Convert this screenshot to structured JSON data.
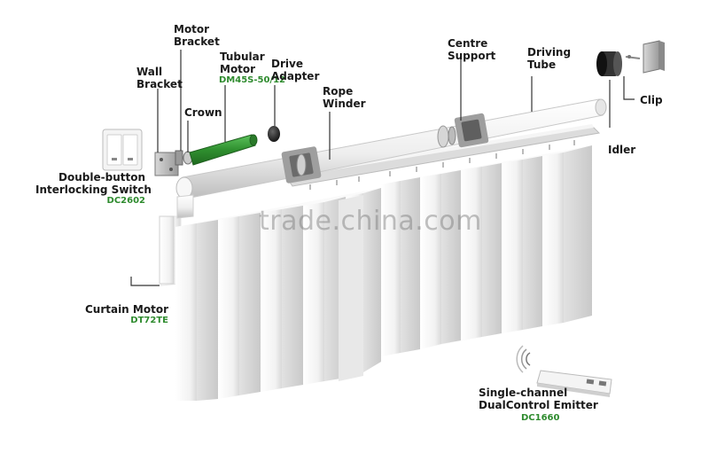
{
  "labels": {
    "motor_bracket": "Motor\nBracket",
    "tubular_motor": "Tubular\nMotor",
    "tubular_motor_code": "DM45S-50/12",
    "drive_adapter": "Drive\nAdapter",
    "wall_bracket": "Wall\nBracket",
    "crown": "Crown",
    "rope_winder": "Rope\nWinder",
    "centre_support": "Centre\nSupport",
    "driving_tube": "Driving\nTube",
    "clip": "Clip",
    "idler": "Idler",
    "switch": "Double-button\nInterlocking Switch",
    "switch_code": "DC2602",
    "curtain_motor": "Curtain Motor",
    "curtain_motor_code": "DT72TE",
    "emitter": "Single-channel\nDualControl Emitter",
    "emitter_code": "DC1660"
  },
  "watermark": "trade.china.com",
  "colors": {
    "label_text": "#1a1a1a",
    "code_text": "#2e8b2e",
    "motor_green": "#3a9a3a",
    "tube": "#f1f1f1",
    "leader": "#333333"
  }
}
